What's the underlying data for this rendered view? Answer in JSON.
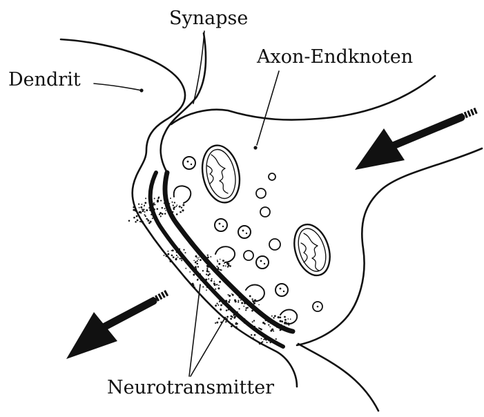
{
  "labels": {
    "synapse": "Synapse",
    "dendrite": "Dendrit",
    "axon_terminal": "Axon-Endknoten",
    "neurotransmitter": "Neurotransmitter"
  },
  "colors": {
    "ink": "#111111",
    "background": "#ffffff"
  }
}
